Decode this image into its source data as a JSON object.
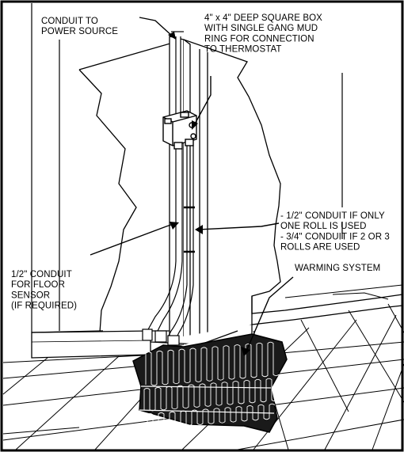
{
  "callouts": {
    "conduit_power": [
      "CONDUIT TO",
      "POWER SOURCE"
    ],
    "box": [
      "4\" x 4\" DEEP SQUARE BOX",
      "WITH SINGLE GANG MUD",
      "RING FOR CONNECTION",
      "TO THERMOSTAT"
    ],
    "conduit_sizes": [
      "- 1/2\" CONDUIT IF ONLY",
      "ONE ROLL IS USED",
      "- 3/4\" CONDUIT IF 2 OR 3",
      "ROLLS ARE USED"
    ],
    "warming": [
      "WARMING SYSTEM"
    ],
    "floor_sensor": [
      "1/2\" CONDUIT",
      "FOR FLOOR",
      "SENSOR",
      "(IF REQUIRED)"
    ]
  },
  "colors": {
    "ink": "#000000",
    "paper": "#ffffff",
    "mat": "#1a1a1a"
  }
}
